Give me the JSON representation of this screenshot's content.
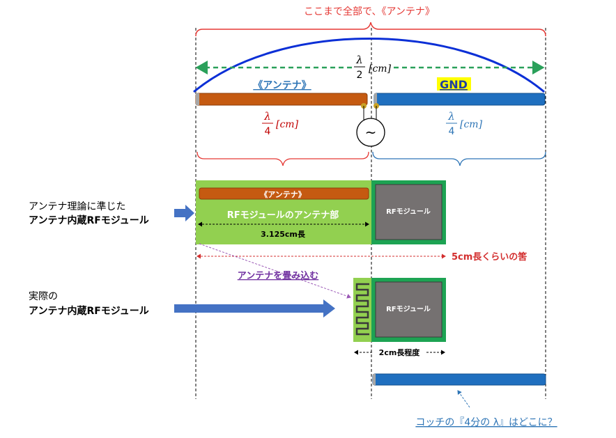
{
  "top_label": "ここまで全部で、《アンテナ》",
  "half_wave": {
    "lambda": "λ",
    "den": "2",
    "unit": "[cm]"
  },
  "antenna_label": "《アンテナ》",
  "gnd_label": "GND",
  "quarter_left": {
    "lambda": "λ",
    "den": "4",
    "unit": "[cm]"
  },
  "quarter_right": {
    "lambda": "λ",
    "den": "4",
    "unit": "[cm]"
  },
  "source_symbol": "~",
  "theory": {
    "caption_line1": "アンテナ理論に準じた",
    "caption_line2": "アンテナ内蔵RFモジュール",
    "antenna_bar_label": "《アンテナ》",
    "antenna_area_label": "RFモジュールのアンテナ部",
    "antenna_length": "3.125cm長",
    "chip_label": "RFモジュール"
  },
  "total_length_label": "5cm長くらいの筈",
  "fold_label": "アンテナを畳み込む",
  "actual": {
    "caption_line1": "実際の",
    "caption_line2": "アンテナ内蔵RFモジュール",
    "chip_label": "RFモジュール",
    "length_label": "2cm長程度"
  },
  "question_label": "コッチの『4分の λ』はどこに？",
  "colors": {
    "red_text": "#e53935",
    "antenna_orange": "#c55a11",
    "gnd_blue": "#1f6fbf",
    "wave_blue": "#0b2fd6",
    "green_dashed": "#2aa05a",
    "light_green": "#92d050",
    "module_green": "#1da353",
    "chip_gray": "#757171",
    "arrow_blue": "#4472c4",
    "purple": "#7030a0",
    "gnd_highlight": "#ffff00",
    "teal_text": "#2e75b6"
  }
}
